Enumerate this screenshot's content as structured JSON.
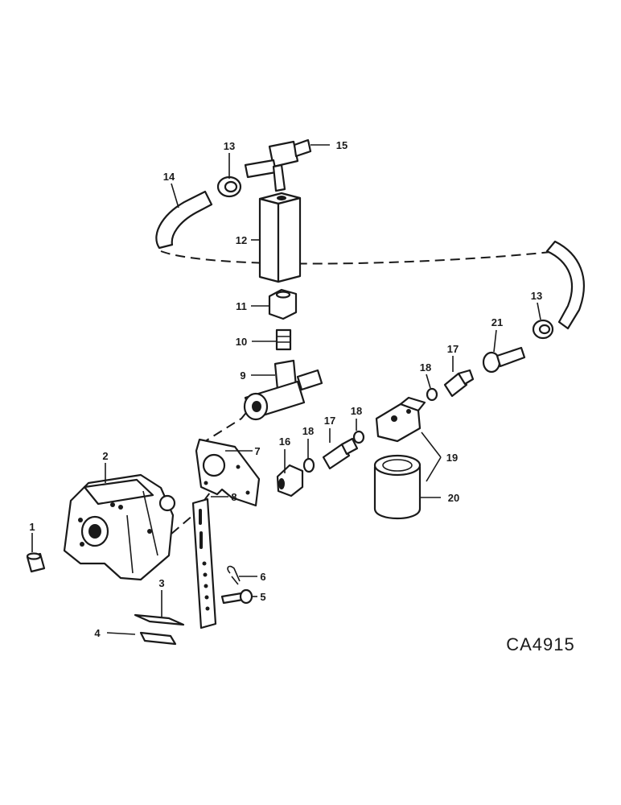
{
  "diagram": {
    "drawing_code": "CA4915",
    "callouts": [
      "1",
      "2",
      "3",
      "4",
      "5",
      "6",
      "7",
      "8",
      "9",
      "10",
      "11",
      "12",
      "13",
      "13",
      "14",
      "15",
      "16",
      "17",
      "17",
      "18",
      "18",
      "18",
      "19",
      "20",
      "21"
    ]
  }
}
